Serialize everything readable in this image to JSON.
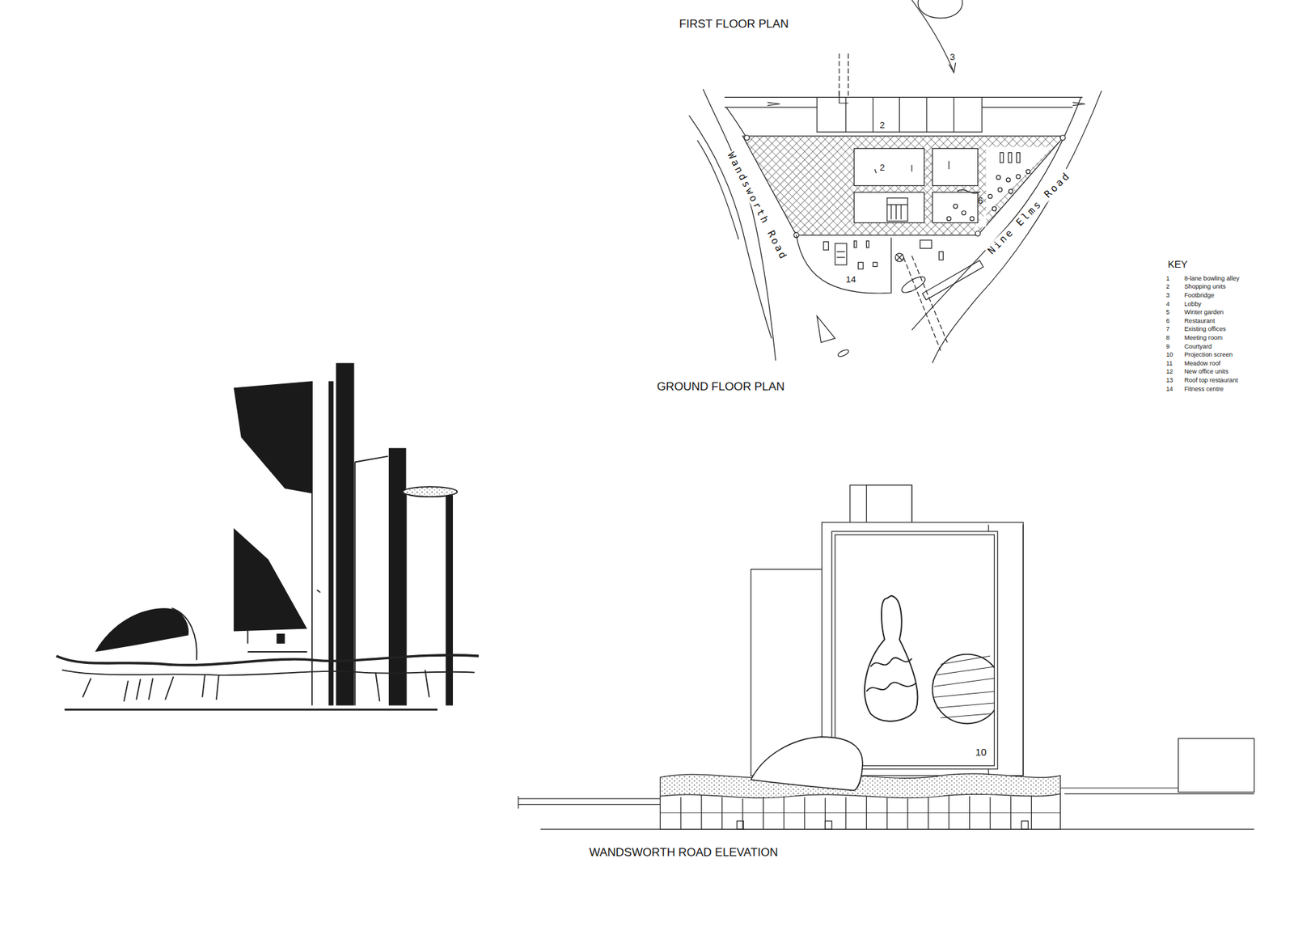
{
  "diagram": {
    "labels": [
      "FIRST FLOOR PLAN",
      "3",
      "2",
      "2",
      "6",
      "Wandsworth Road",
      "Nine Elms Road",
      "14",
      "GROUND FLOOR PLAN",
      "KEY",
      "1",
      "8-lane bowling alley",
      "2",
      "Shopping units",
      "3",
      "Footbridge",
      "4",
      "Lobby",
      "5",
      "Winter garden",
      "6",
      "Restaurant",
      "7",
      "Existing offices",
      "8",
      "Meeting room",
      "9",
      "Courtyard",
      "10",
      "Projection screen",
      "11",
      "Meadow roof",
      "12",
      "New office units",
      "13",
      "Roof top restaurant",
      "14",
      "Fitness centre",
      "10",
      "WANDSWORTH ROAD ELEVATION"
    ]
  }
}
